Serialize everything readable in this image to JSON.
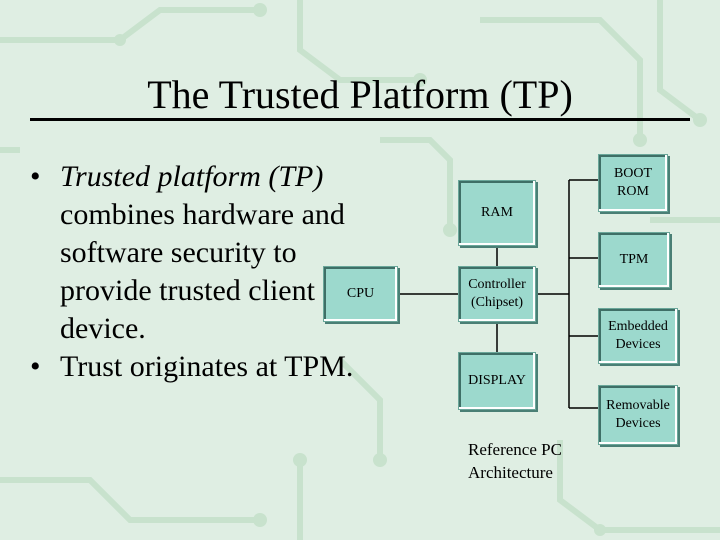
{
  "slide": {
    "title": "The Trusted Platform (TP)",
    "bullets": [
      {
        "italic": "Trusted platform (TP)",
        "text": "combines hardware and software security to provide trusted client device."
      },
      {
        "italic": "",
        "text": "Trust originates at TPM."
      }
    ]
  },
  "diagram": {
    "boxes": {
      "cpu": "CPU",
      "ram": "RAM",
      "controller": "Controller (Chipset)",
      "display": "DISPLAY",
      "boot_rom": "BOOT ROM",
      "tpm": "TPM",
      "embedded": "Embedded Devices",
      "removable": "Removable Devices"
    },
    "caption": "Reference PC Architecture"
  },
  "colors": {
    "background": "#dfeee3",
    "circuit_trace": "#c9e3cf",
    "box_fill": "#9cd9cd",
    "connector": "#000000"
  }
}
